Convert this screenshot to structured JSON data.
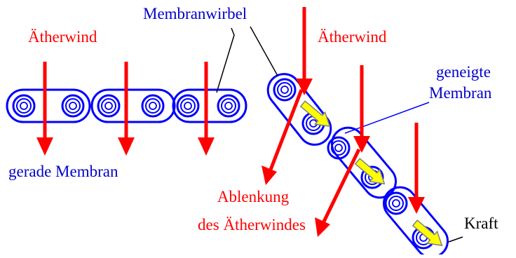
{
  "labels": {
    "membranwirbel": "Membranwirbel",
    "aetherwind_left": "Ätherwind",
    "aetherwind_right": "Ätherwind",
    "geneigte_line1": "geneigte",
    "geneigte_line2": "Membran",
    "gerade_membran": "gerade Membran",
    "ablenkung_line1": "Ablenkung",
    "ablenkung_line2": "des Ätherwindes",
    "kraft": "Kraft"
  },
  "colors": {
    "wind_arrow": "#ff0000",
    "membrane": "#0000ff",
    "force_arrow_fill": "#ffff00",
    "force_arrow_stroke": "#808080",
    "label_red": "#ff0000",
    "label_blue": "#0000cc",
    "label_black": "#000000"
  },
  "icons": [
    "vortex-ring-icon",
    "red-arrow-icon",
    "yellow-force-arrow-icon"
  ]
}
